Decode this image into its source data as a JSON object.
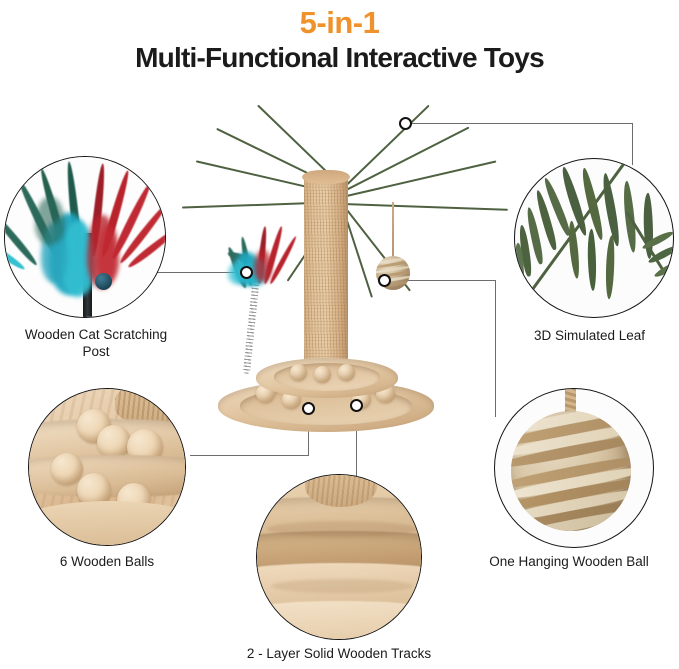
{
  "header": {
    "badge": "5-in-1",
    "title": "Multi-Functional Interactive Toys",
    "badge_color": "#F0922B",
    "title_color": "#1b1b1b"
  },
  "product": {
    "name": "Cat scratching post shaped like a palm tree with wooden ball track base",
    "post_texture": "sisal-rope",
    "post_color": "#e2c49c",
    "leaf_color": "#566c46",
    "wood_color": "#e3c7a4"
  },
  "callouts": [
    {
      "id": "scratching-post",
      "caption": "Wooden Cat Scratching\nPost",
      "icon": "feather-wand-icon",
      "colors": [
        "#1fa7c0",
        "#b8232c",
        "#2e6b5e"
      ],
      "position": "top-left"
    },
    {
      "id": "simulated-leaf",
      "caption": "3D  Simulated Leaf",
      "icon": "palm-frond-icon",
      "colors": [
        "#566c46",
        "#46583a"
      ],
      "position": "top-right"
    },
    {
      "id": "wooden-balls",
      "caption": "6 Wooden Balls",
      "icon": "wooden-balls-icon",
      "colors": [
        "#eed7b6",
        "#c7a278"
      ],
      "position": "bottom-left"
    },
    {
      "id": "wooden-tracks",
      "caption": "2 - Layer Solid Wooden Tracks",
      "icon": "wooden-track-icon",
      "colors": [
        "#e9d4b6",
        "#c09468"
      ],
      "position": "bottom-center"
    },
    {
      "id": "hanging-ball",
      "caption": "One Hanging Wooden Ball",
      "icon": "sisal-rope-ball-icon",
      "colors": [
        "#d8c6a6",
        "#9e8764"
      ],
      "position": "bottom-right"
    }
  ]
}
